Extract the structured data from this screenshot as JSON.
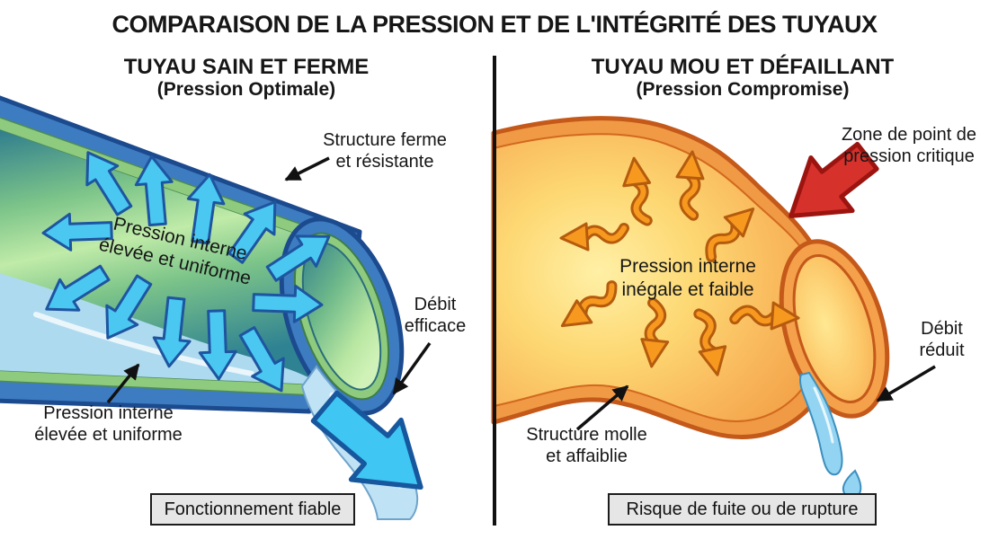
{
  "title": "COMPARAISON DE LA PRESSION ET DE L'INTÉGRITÉ DES TUYAUX",
  "left": {
    "heading": "TUYAU SAIN ET FERME",
    "subheading": "(Pression Optimale)",
    "labels": {
      "structure": {
        "line1": "Structure ferme",
        "line2": "et résistante"
      },
      "internal_top": {
        "line1": "Pression interne",
        "line2": "élevée et uniforme"
      },
      "internal_bottom": {
        "line1": "Pression interne",
        "line2": "élevée et uniforme"
      },
      "flow": {
        "line1": "Débit",
        "line2": "efficace"
      }
    },
    "status_box": "Fonctionnement fiable"
  },
  "right": {
    "heading": "TUYAU MOU ET DÉFAILLANT",
    "subheading": "(Pression Compromise)",
    "labels": {
      "pressure_zone": {
        "line1": "Zone de point de",
        "line2": "pression critique"
      },
      "internal": {
        "line1": "Pression interne",
        "line2": "inégale et faible"
      },
      "structure": {
        "line1": "Structure molle",
        "line2": "et affaiblie"
      },
      "flow": {
        "line1": "Débit",
        "line2": "réduit"
      }
    },
    "status_box": "Risque de fuite ou de rupture"
  },
  "colors": {
    "healthy_pipe_wall": "#3d7cc1",
    "healthy_pipe_outline": "#1c4a8e",
    "healthy_pipe_rim": "#8ecb7e",
    "pressure_arrow": "#4ac8f2",
    "water": "#bfe2f4",
    "failing_pipe_wall": "#f09a45",
    "failing_pipe_outline": "#c4591a",
    "weak_arrow": "#f8991f",
    "critical_arrow": "#d7312b",
    "status_box_bg": "#e6e6e6"
  }
}
